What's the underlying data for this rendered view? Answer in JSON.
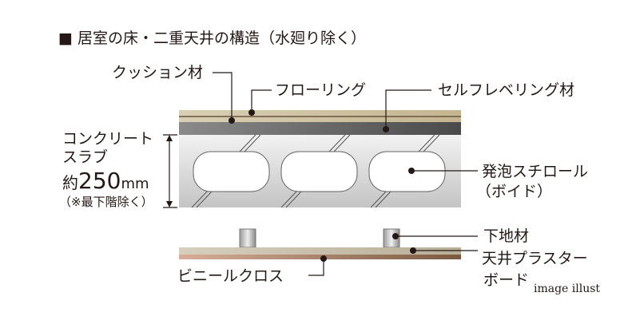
{
  "title": "■ 居室の床・二重天井の構造（水廻り除く）",
  "labels": {
    "cushion": "クッション材",
    "flooring": "フローリング",
    "self_leveling": "セルフレベリング材",
    "slab_line1": "コンクリート",
    "slab_line2": "スラブ",
    "slab_thickness_prefix": "約",
    "slab_thickness_value": "250",
    "slab_thickness_unit": "mm",
    "slab_note": "（※最下階除く）",
    "styrofoam": "発泡スチロール",
    "void": "（ボイド）",
    "base_material": "下地材",
    "plaster_line1": "天井プラスター",
    "plaster_line2": "ボード",
    "vinyl": "ビニールクロス",
    "caption": "image illust"
  }
}
